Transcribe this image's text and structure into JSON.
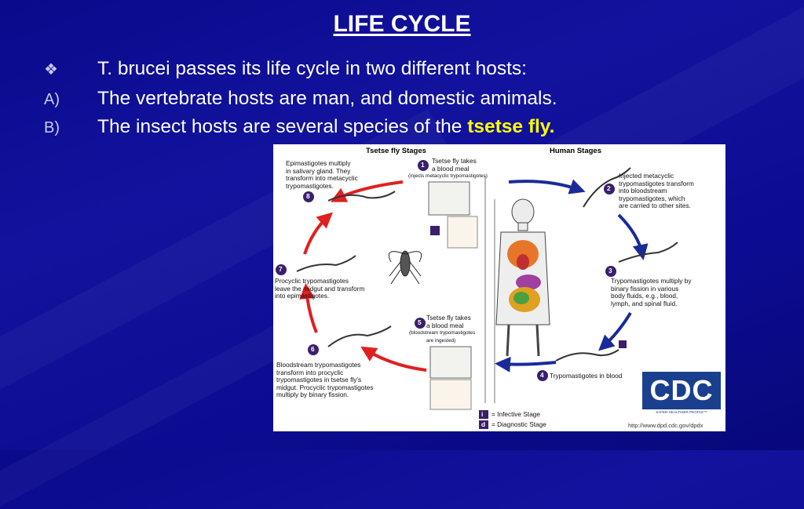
{
  "slide": {
    "title": "LIFE CYCLE",
    "bullets": [
      {
        "marker": "❖",
        "text": "T. brucei passes its life cycle in two different hosts:"
      },
      {
        "marker": "A)",
        "text": "The vertebrate hosts are man, and domestic amimals."
      },
      {
        "marker": "B)",
        "text": "The insect hosts are several species of the ",
        "highlight": "tsetse fly."
      }
    ]
  },
  "diagram": {
    "tsetse_header": "Tsetse fly Stages",
    "human_header": "Human Stages",
    "steps": [
      {
        "num": "1",
        "lines": [
          "Tsetse fly takes",
          "a blood meal",
          "(injects metacyclic trypomastigotes)"
        ]
      },
      {
        "num": "2",
        "lines": [
          "Injected metacyclic",
          "trypomastigotes transform",
          "into bloodstream",
          "trypomastigotes, which",
          "are carried to other sites."
        ]
      },
      {
        "num": "3",
        "lines": [
          "Trypomastigotes multiply by",
          "binary fission in various",
          "body fluids, e.g., blood,",
          "lymph, and spinal fluid."
        ]
      },
      {
        "num": "4",
        "lines": [
          "Trypomastigotes in blood"
        ]
      },
      {
        "num": "5",
        "lines": [
          "Tsetse fly takes",
          "a blood meal",
          "(bloodstream trypomastigotes",
          "are ingested)"
        ]
      },
      {
        "num": "6",
        "lines": [
          "Bloodstream trypomastigotes",
          "transform into procyclic",
          "trypomastigotes in tsetse fly's",
          "midgut. Procyclic trypomastigotes",
          "multiply by binary fission."
        ]
      },
      {
        "num": "7",
        "lines": [
          "Procyclic trypomastigotes",
          "leave the midgut and transform",
          "into epimastigotes."
        ]
      },
      {
        "num": "8",
        "lines": [
          "Epimastigotes multiply",
          "in salivary gland. They",
          "transform into metacyclic",
          "trypomastigotes."
        ]
      }
    ],
    "legend": [
      {
        "symbol": "i",
        "text": "= Infective Stage"
      },
      {
        "symbol": "d",
        "text": "= Diagnostic Stage"
      }
    ],
    "cdc_logo": "CDC",
    "cdc_tagline": "SAFER·HEALTHIER·PEOPLE™",
    "url": "http://www.dpd.cdc.gov/dpdx",
    "colors": {
      "red_arrow": "#e02020",
      "blue_arrow": "#1a2a9a",
      "marker_bg": "#3a1f6b"
    }
  }
}
